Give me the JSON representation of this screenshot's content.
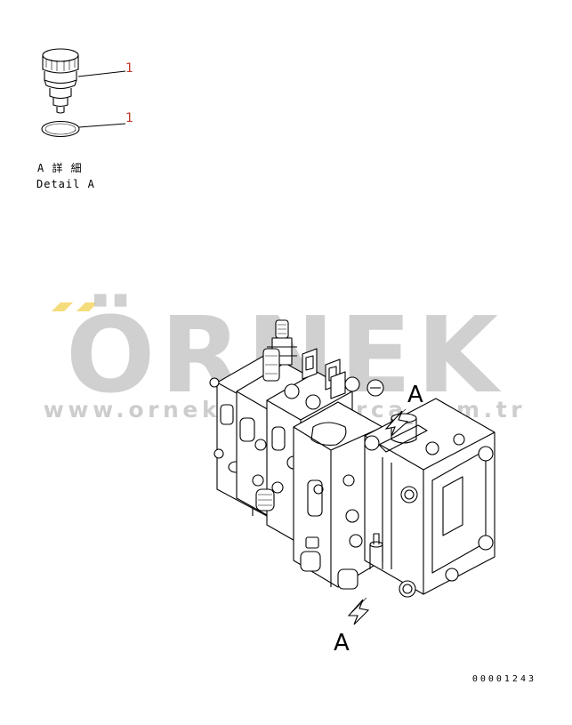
{
  "detail": {
    "callout_1": "1",
    "callout_2": "1",
    "label_ja": "A 詳 細",
    "label_en": "Detail A"
  },
  "view_marker_top": "A",
  "view_marker_bottom": "A",
  "part_number": "00001243",
  "watermark": {
    "brand": "ÖRNEK",
    "url": "www.ornekyedekparca.com.tr"
  },
  "colors": {
    "line": "#000000",
    "callout": "#c0392b",
    "watermark": "#c8c8c8",
    "watermark_accent": "#f5dc7a"
  }
}
